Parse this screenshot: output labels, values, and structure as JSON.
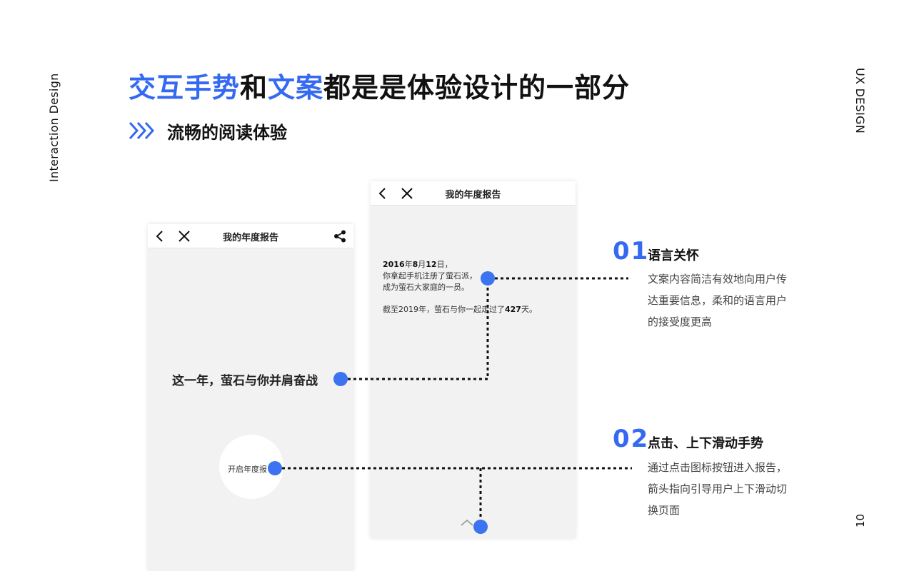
{
  "sides": {
    "left": "Interaction Design",
    "right": "UX DESIGN",
    "page_number": "10"
  },
  "heading": {
    "part1": "交互手势",
    "part2": "和",
    "part3": "文案",
    "part4": "都是是体验设计的一部分"
  },
  "subtitle": "流畅的阅读体验",
  "colors": {
    "accent": "#3469f2",
    "dot": "#3b73f0",
    "phone_bg": "#f2f2f2"
  },
  "phone1": {
    "title": "我的年度报告",
    "icons": [
      "back-icon",
      "close-icon",
      "share-icon"
    ],
    "start_button": "开启年度报"
  },
  "phone2": {
    "title": "我的年度报告",
    "icons": [
      "back-icon",
      "close-icon",
      "chevron-up-icon"
    ],
    "line1_date_year": "2016",
    "line1_date_mid": "年",
    "line1_date_month": "8",
    "line1_date_mid2": "月",
    "line1_date_day": "12",
    "line1_date_end": "日，",
    "line2": "你拿起手机注册了萤石派，",
    "line3": "成为萤石大家庭的一员。",
    "line4_pre": "截至2019年，萤石与你一起走过了",
    "line4_days": "427",
    "line4_post": "天。"
  },
  "callout": "这一年，萤石与你并肩奋战",
  "features": [
    {
      "number": "01",
      "title": "语言关怀",
      "desc": "文案内容简洁有效地向用户传达重要信息，柔和的语言用户的接受度更高"
    },
    {
      "number": "02",
      "title": "点击、上下滑动手势",
      "desc": "通过点击图标按钮进入报告，箭头指向引导用户上下滑动切换页面"
    }
  ]
}
